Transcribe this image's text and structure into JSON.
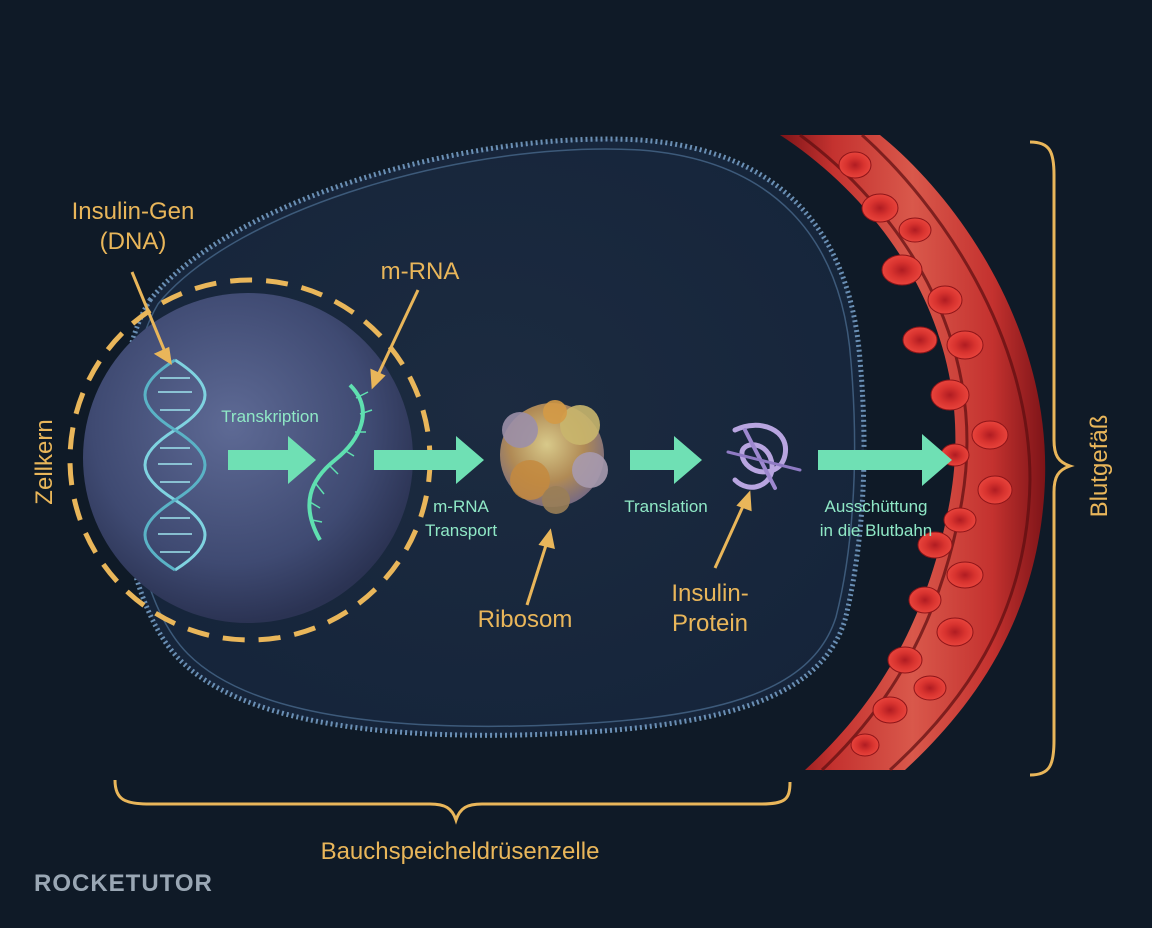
{
  "labels": {
    "insulin_gen": "Insulin-Gen",
    "dna": "(DNA)",
    "mrna": "m-RNA",
    "transkription": "Transkription",
    "mrna_transport_1": "m-RNA",
    "mrna_transport_2": "Transport",
    "translation": "Translation",
    "ausschuettung_1": "Ausschüttung",
    "ausschuettung_2": "in die Blutbahn",
    "ribosom": "Ribosom",
    "insulin_protein_1": "Insulin-",
    "insulin_protein_2": "Protein",
    "zellkern": "Zellkern",
    "blutgefaess": "Blutgefäß",
    "bauchspeicheldruesenzelle": "Bauchspeicheldrüsenzelle"
  },
  "brand": {
    "logo": "ROCKETUTOR"
  },
  "colors": {
    "background": "#0f1a27",
    "label": "#e9b65a",
    "arrow": "#6fe0b4",
    "vessel": "#b3262a"
  }
}
